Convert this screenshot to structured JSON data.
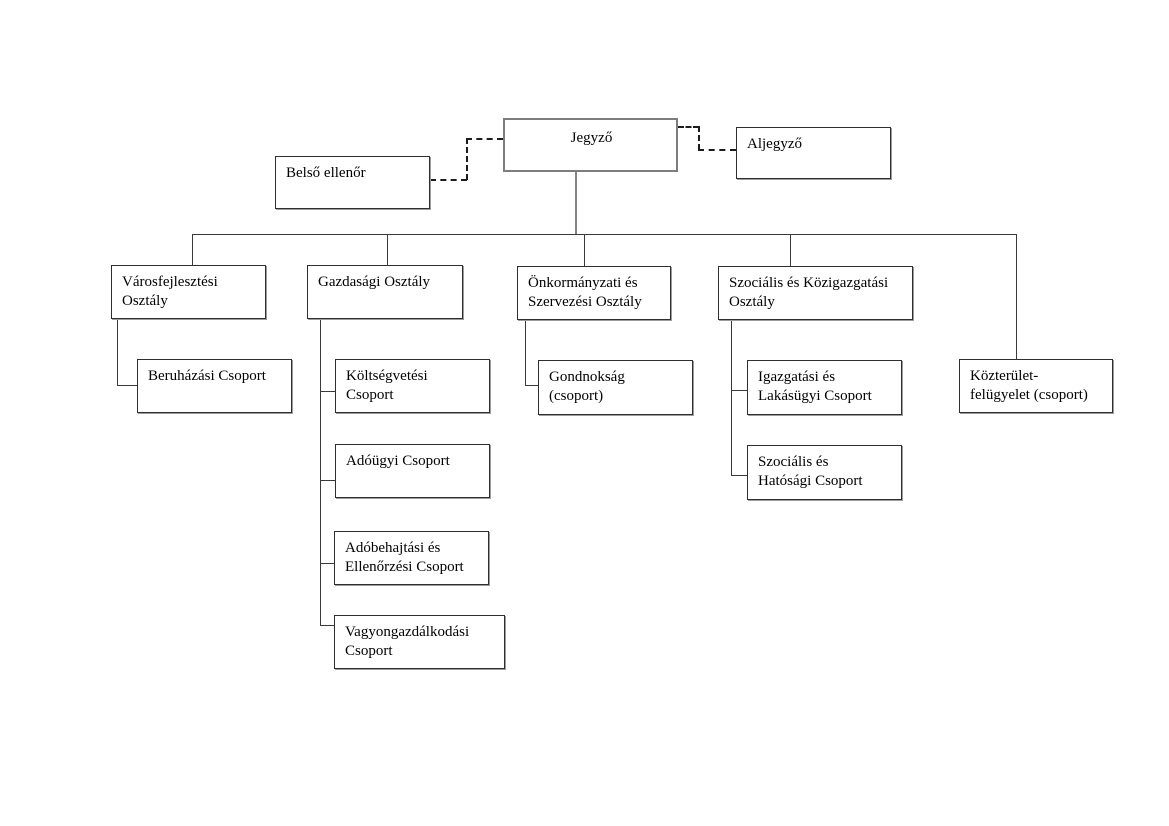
{
  "diagram": {
    "type": "org-chart",
    "language": "hu",
    "background": "#ffffff",
    "colors": {
      "box_border": "#2f2f2f",
      "top_box_border": "#7d7d7d",
      "solid_line": "#3a3a3a",
      "dashed_line": "#1c1c1c",
      "text": "#000000"
    },
    "nodes": {
      "jegyzo": {
        "label": "Jegyző"
      },
      "belso_ellenor": {
        "label": "Belső ellenőr"
      },
      "aljegyzo": {
        "label": "Aljegyző"
      },
      "varosfejlesztesi": {
        "label": "Városfejlesztési\nOsztály"
      },
      "gazdasagi": {
        "label": "Gazdasági Osztály"
      },
      "onkormanyzati": {
        "label": "Önkormányzati és\nSzervezési Osztály"
      },
      "szocialis_kozigazgatasi": {
        "label": "Szociális és Közigazgatási\nOsztály"
      },
      "beruhazasi": {
        "label": "Beruházási Csoport"
      },
      "koltsegvetesi": {
        "label": "Költségvetési\nCsoport"
      },
      "adougyi": {
        "label": "Adóügyi Csoport"
      },
      "adobehajtasi": {
        "label": "Adóbehajtási és\nEllenőrzési Csoport"
      },
      "vagyongazdalkodasi": {
        "label": "Vagyongazdálkodási\nCsoport"
      },
      "gondnoksag": {
        "label": "Gondnokság\n(csoport)"
      },
      "igazgatasi": {
        "label": "Igazgatási és\nLakásügyi Csoport"
      },
      "szocialis_hatosagi": {
        "label": "Szociális és\nHatósági Csoport"
      },
      "kozterulet": {
        "label": "Közterület-\nfelügyelet (csoport)"
      }
    },
    "edges": [
      {
        "from": "jegyzo",
        "to": "belso_ellenor",
        "style": "dashed"
      },
      {
        "from": "jegyzo",
        "to": "aljegyzo",
        "style": "dashed"
      },
      {
        "from": "jegyzo",
        "to": "varosfejlesztesi",
        "style": "solid"
      },
      {
        "from": "jegyzo",
        "to": "gazdasagi",
        "style": "solid"
      },
      {
        "from": "jegyzo",
        "to": "onkormanyzati",
        "style": "solid"
      },
      {
        "from": "jegyzo",
        "to": "szocialis_kozigazgatasi",
        "style": "solid"
      },
      {
        "from": "jegyzo",
        "to": "kozterulet",
        "style": "solid"
      },
      {
        "from": "varosfejlesztesi",
        "to": "beruhazasi",
        "style": "solid"
      },
      {
        "from": "gazdasagi",
        "to": "koltsegvetesi",
        "style": "solid"
      },
      {
        "from": "gazdasagi",
        "to": "adougyi",
        "style": "solid"
      },
      {
        "from": "gazdasagi",
        "to": "adobehajtasi",
        "style": "solid"
      },
      {
        "from": "gazdasagi",
        "to": "vagyongazdalkodasi",
        "style": "solid"
      },
      {
        "from": "onkormanyzati",
        "to": "gondnoksag",
        "style": "solid"
      },
      {
        "from": "szocialis_kozigazgatasi",
        "to": "igazgatasi",
        "style": "solid"
      },
      {
        "from": "szocialis_kozigazgatasi",
        "to": "szocialis_hatosagi",
        "style": "solid"
      }
    ]
  }
}
